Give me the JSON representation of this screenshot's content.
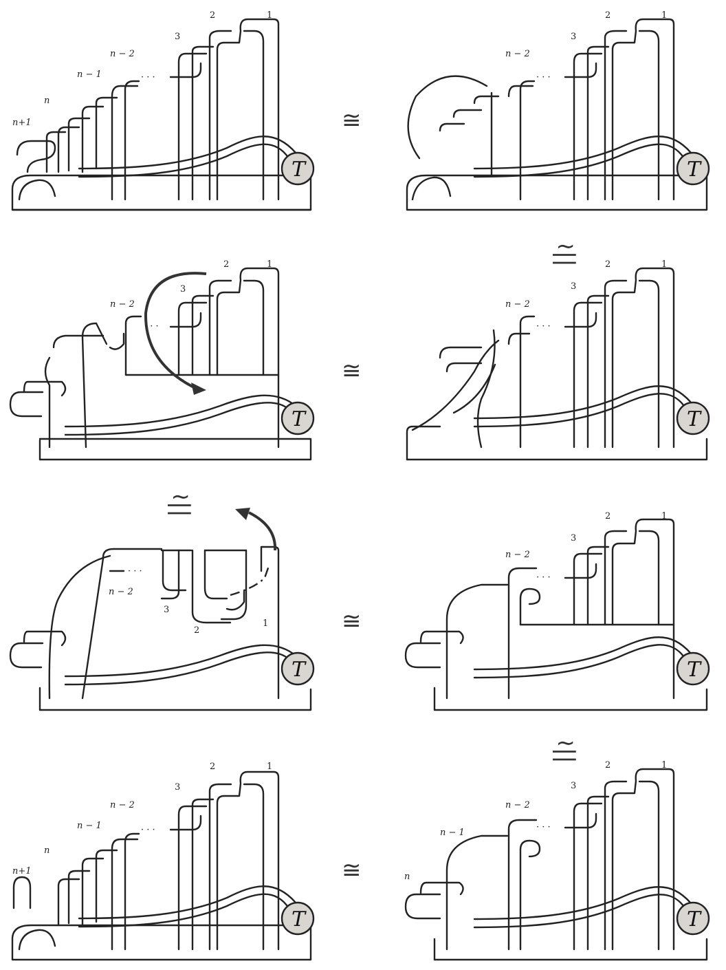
{
  "relations": {
    "p1": "≅",
    "p2": "≅",
    "p3": "≅",
    "p4": "≅",
    "v1": "≀||",
    "v2": "≀||",
    "v3": "≀||"
  },
  "tangle_label": "T",
  "panels": {
    "p1L": {
      "n_plus_1": "n+1",
      "n": "n",
      "n_minus_1": "n − 1",
      "n_minus_2": "n − 2",
      "three": "3",
      "two": "2",
      "one": "1"
    },
    "p1R": {
      "n_minus_2": "n − 2",
      "three": "3",
      "two": "2",
      "one": "1"
    },
    "p2L": {
      "n_minus_2": "n − 2",
      "three": "3",
      "two": "2",
      "one": "1"
    },
    "p2R": {
      "n_minus_2": "n − 2",
      "three": "3",
      "two": "2",
      "one": "1"
    },
    "p3L": {
      "n_minus_2": "n − 2",
      "three": "3",
      "two": "2",
      "one": "1"
    },
    "p3R": {
      "n_minus_2": "n − 2",
      "three": "3",
      "two": "2",
      "one": "1"
    },
    "p4L": {
      "n_plus_1": "n+1",
      "n": "n",
      "n_minus_1": "n − 1",
      "n_minus_2": "n − 2",
      "three": "3",
      "two": "2",
      "one": "1"
    },
    "p4R": {
      "n": "n",
      "n_minus_1": "n − 1",
      "n_minus_2": "n − 2",
      "three": "3",
      "two": "2",
      "one": "1"
    }
  },
  "colors": {
    "line": "#222222",
    "tangle_fill": "#d9d6d2",
    "background": "#ffffff"
  }
}
